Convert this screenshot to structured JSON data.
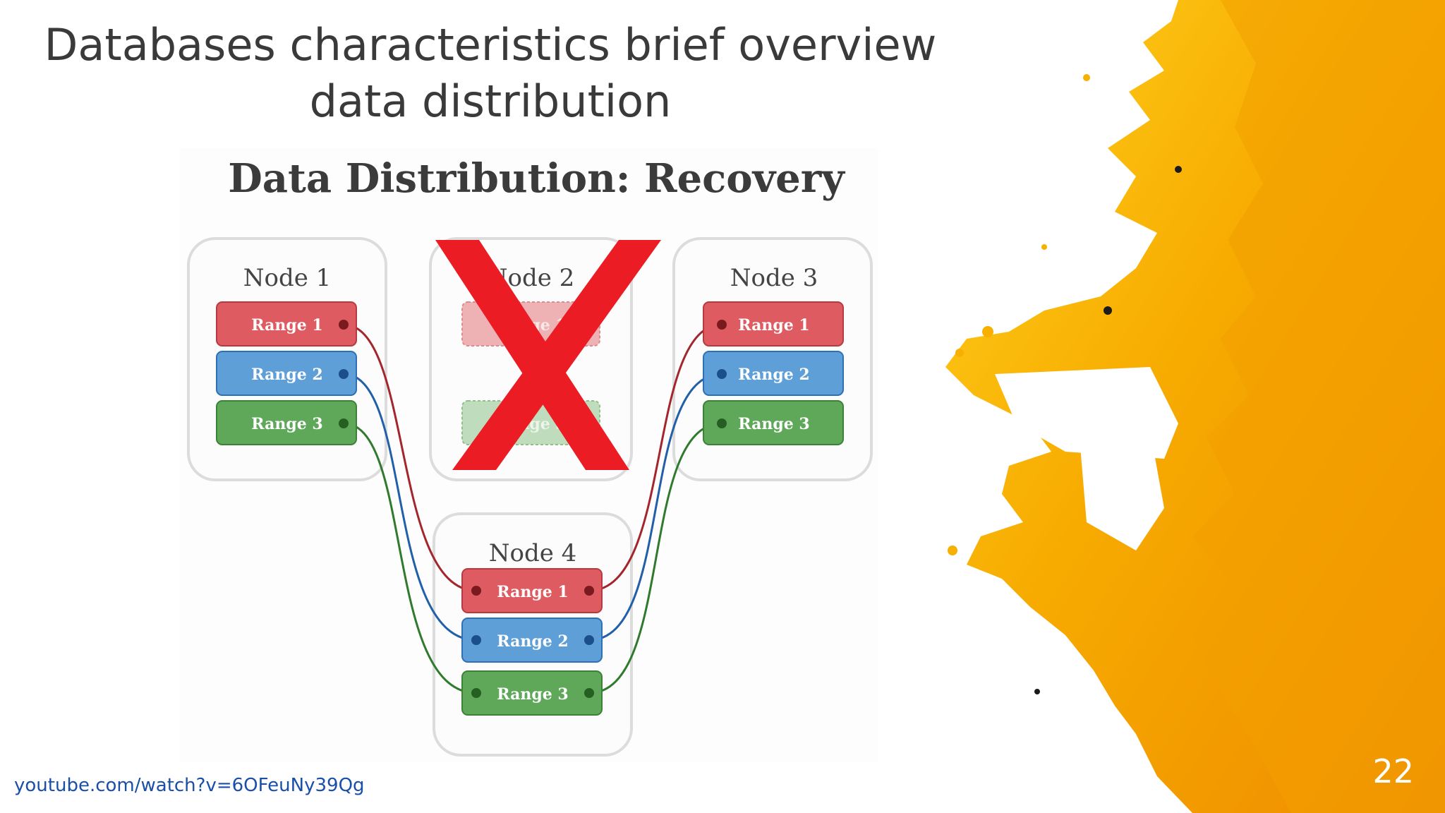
{
  "slide": {
    "title_line1": "Databases characteristics brief overview",
    "title_line2": "data distribution",
    "source_link": "youtube.com/watch?v=6OFeuNy39Qg",
    "page_number": "22"
  },
  "diagram": {
    "title": "Data Distribution: Recovery",
    "nodes": [
      {
        "label": "Node 1",
        "ranges": [
          "Range 1",
          "Range 2",
          "Range 3"
        ],
        "failed": false
      },
      {
        "label": "Node 2",
        "ranges": [
          "Range 1",
          "Range 3"
        ],
        "failed": true
      },
      {
        "label": "Node 3",
        "ranges": [
          "Range 1",
          "Range 2",
          "Range 3"
        ],
        "failed": false
      },
      {
        "label": "Node 4",
        "ranges": [
          "Range 1",
          "Range 2",
          "Range 3"
        ],
        "failed": false
      }
    ],
    "failure_mark_icon": "red-x-icon",
    "colors": {
      "range1_fill": "#de5c61",
      "range1_line": "#a3262c",
      "range2_fill": "#5f9fd8",
      "range2_line": "#2160a8",
      "range3_fill": "#5fa85a",
      "range3_line": "#2f7a2c",
      "failure_mark": "#ec1c24",
      "accent_splash": "#f5a000"
    }
  }
}
